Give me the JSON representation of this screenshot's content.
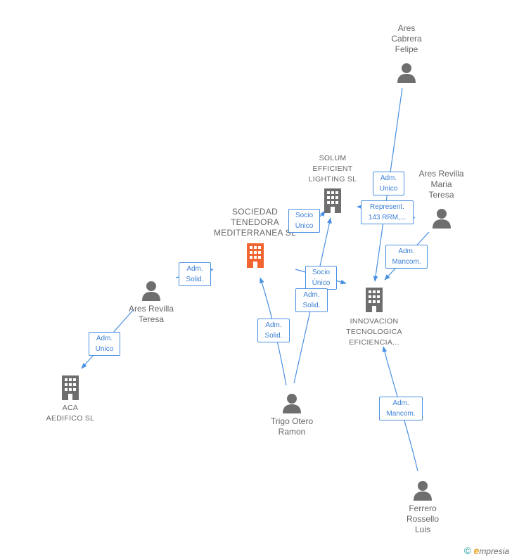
{
  "nodes": {
    "ares_cabrera": {
      "label": "Ares\nCabrera\nFelipe",
      "kind": "person"
    },
    "solum": {
      "label": "SOLUM\nEFFICIENT\nLIGHTING  SL",
      "kind": "company"
    },
    "ares_revilla_maria": {
      "label": "Ares Revilla\nMaria\nTeresa",
      "kind": "person"
    },
    "sociedad": {
      "label": "SOCIEDAD\nTENEDORA\nMEDITERRANEA SL",
      "kind": "company-main"
    },
    "innovacion": {
      "label": "INNOVACION\nTECNOLOGICA\nEFICIENCIA...",
      "kind": "company"
    },
    "ares_revilla_teresa": {
      "label": "Ares Revilla\nTeresa",
      "kind": "person"
    },
    "aca": {
      "label": "ACA\nAEDIFICO SL",
      "kind": "company"
    },
    "trigo": {
      "label": "Trigo Otero\nRamon",
      "kind": "person"
    },
    "ferrero": {
      "label": "Ferrero\nRossello\nLuis",
      "kind": "person"
    }
  },
  "relations": {
    "r1": "Adm.\nUnico",
    "r2": "Represent.\n143 RRM,...",
    "r3": "Socio\nÚnico",
    "r4": "Adm.\nMancom.",
    "r5": "Socio\nÚnico",
    "r6": "Adm.\nSolid.",
    "r7": "Adm.\nSolid.",
    "r8": "Adm.\nSolid.",
    "r9": "Adm.\nUnico",
    "r10": "Adm.\nMancom."
  },
  "colors": {
    "edge": "#4a90e2",
    "icon": "#6e6e6e",
    "main_company": "#f26430"
  },
  "brand": {
    "copyright": "©",
    "e": "e",
    "rest": "mpresia"
  }
}
